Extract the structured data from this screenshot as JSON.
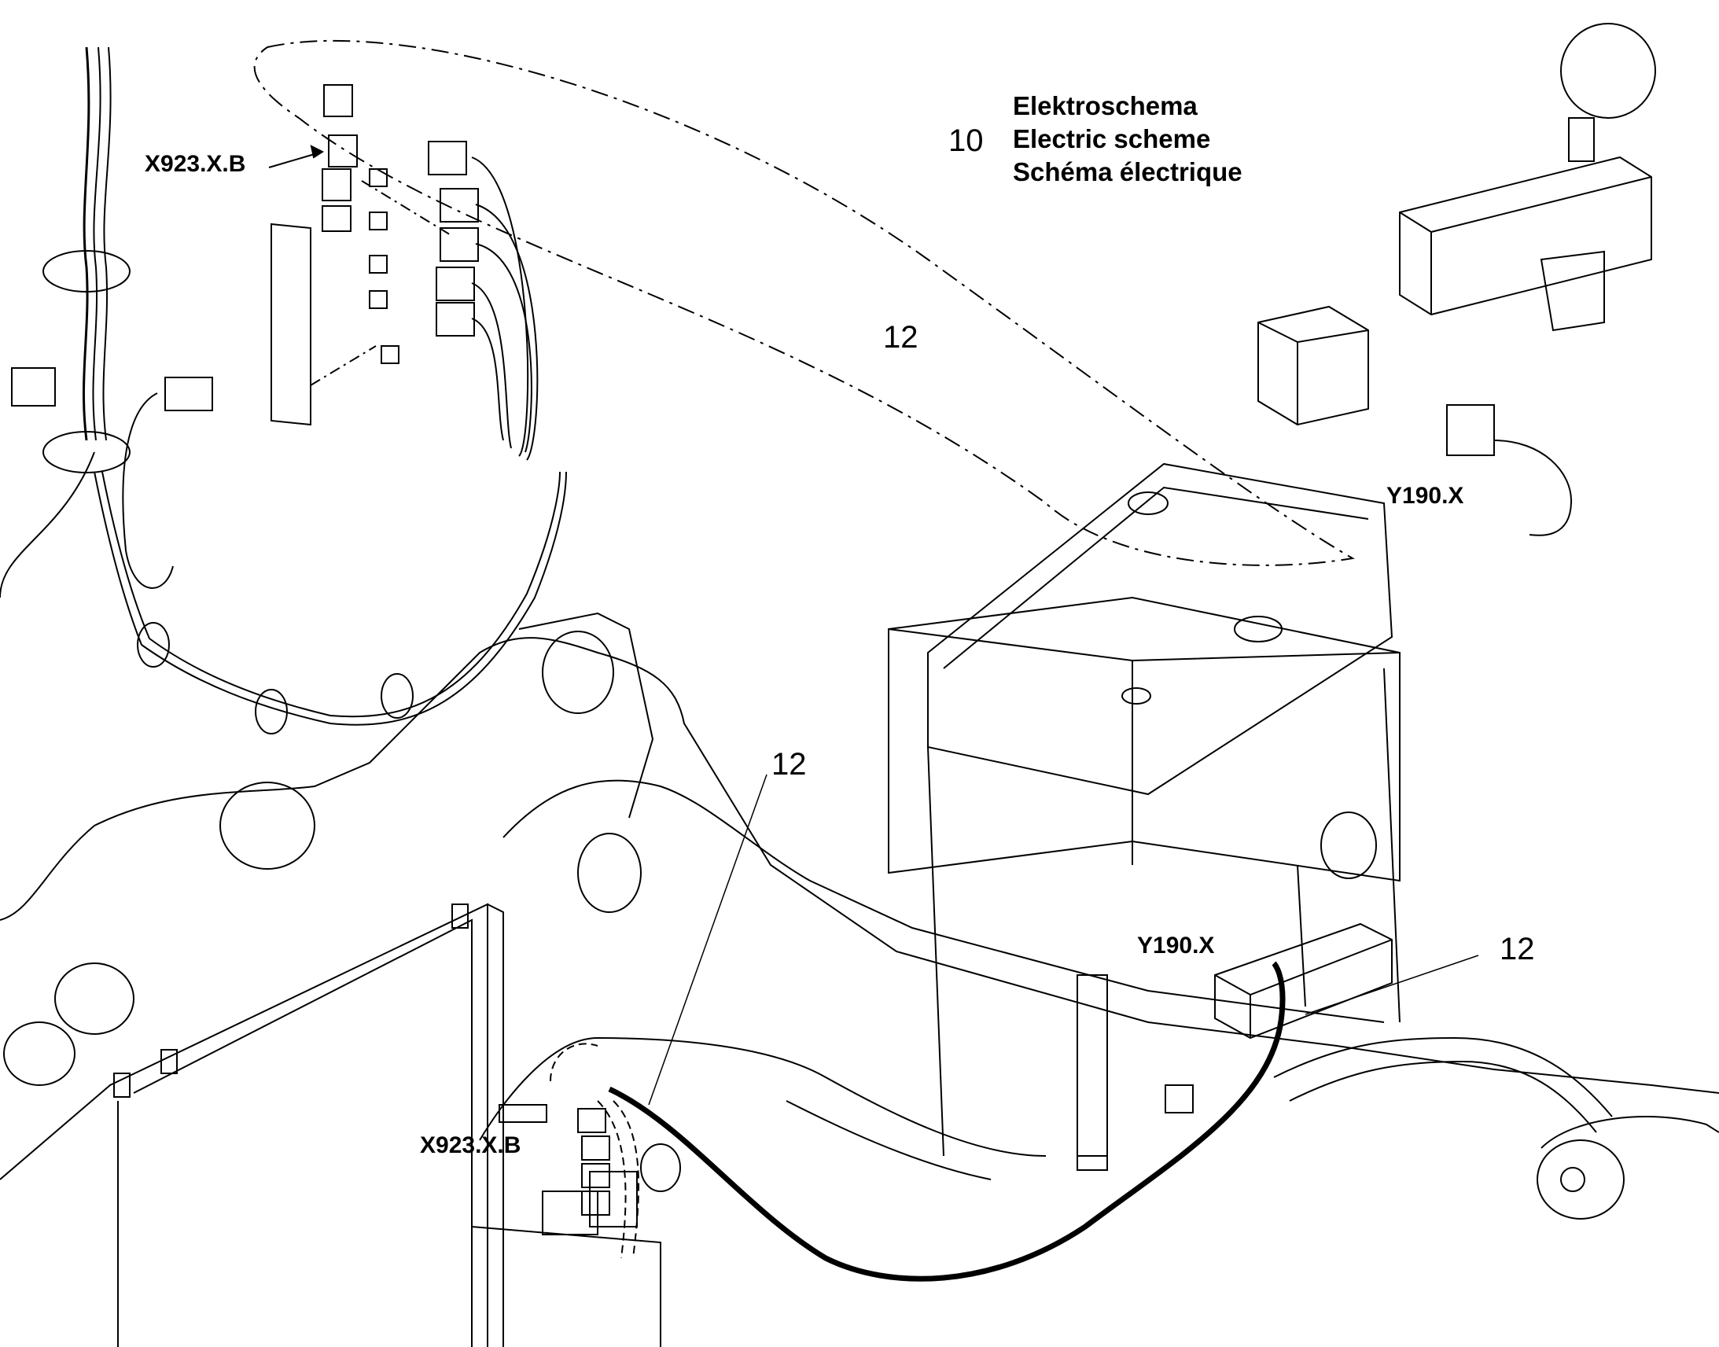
{
  "legend": {
    "number": "10",
    "lines": [
      "Elektroschema",
      "Electric scheme",
      "Schéma électrique"
    ]
  },
  "callouts": {
    "x923_top": "X923.X.B",
    "x923_bottom": "X923.X.B",
    "y190_top": "Y190.X",
    "y190_bottom": "Y190.X",
    "ref_12_detail": "12",
    "ref_12_mid": "12",
    "ref_12_right": "12"
  },
  "colors": {
    "line": "#000000",
    "background": "#ffffff"
  }
}
